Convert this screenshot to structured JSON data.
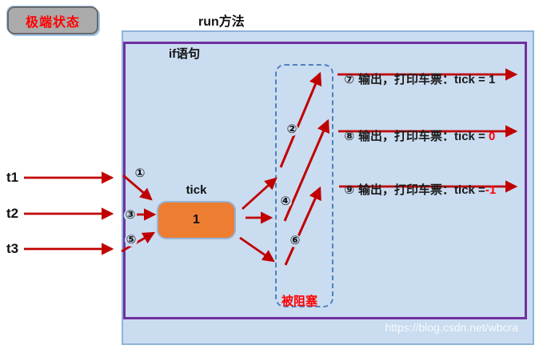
{
  "badge": {
    "label": "极端状态",
    "text_color": "#ff0000"
  },
  "title": "run方法",
  "labels": {
    "if_label": "if语句",
    "blocked": "被阻塞"
  },
  "threads": [
    "t1",
    "t2",
    "t3"
  ],
  "tick": {
    "label": "tick",
    "value": "1"
  },
  "markers": [
    "①",
    "②",
    "③",
    "④",
    "⑤",
    "⑥"
  ],
  "outputs": [
    {
      "num": "⑦",
      "text": "输出，打印车票：tick = ",
      "value": "1",
      "value_color": "#1a1a1a"
    },
    {
      "num": "⑧",
      "text": "输出，打印车票：tick = ",
      "value": "0",
      "value_color": "#ff0000"
    },
    {
      "num": "⑨",
      "text": "输出，打印车票：tick =",
      "value": "-1",
      "value_color": "#ff0000"
    }
  ],
  "watermark": "https://blog.csdn.net/wbcra",
  "colors": {
    "arrow": "#c00000",
    "purple_border": "#7030a0",
    "panel_fill": "#cadcf0",
    "dashed_border": "#4f81bd",
    "orange_fill": "#ed7d31",
    "badge_bg": "#ababab"
  }
}
